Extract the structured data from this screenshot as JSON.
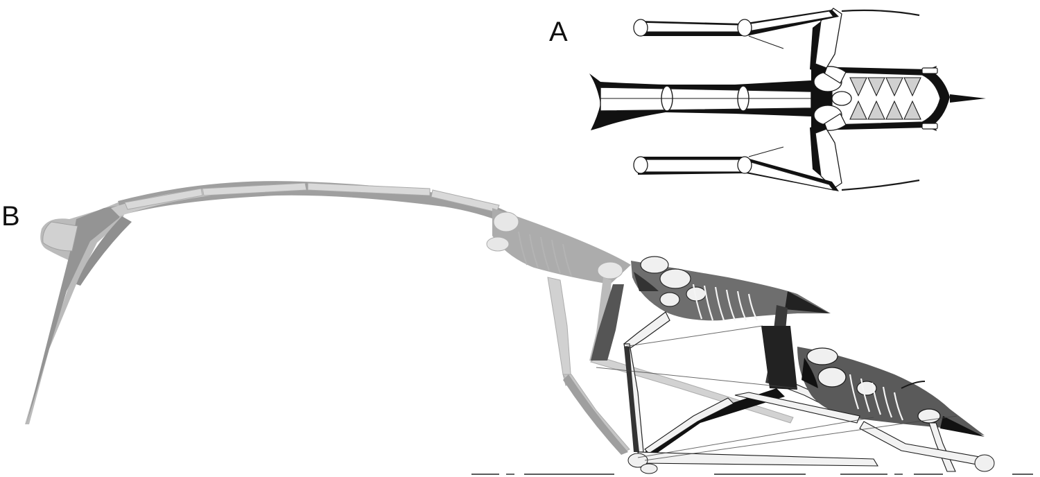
{
  "figure": {
    "panels": [
      {
        "id": "A",
        "label": "A",
        "view": "dorsal"
      },
      {
        "id": "B",
        "label": "B",
        "view": "lateral"
      }
    ],
    "colors": {
      "bone_fill": "#ffffff",
      "bone_outline": "#1a1a1a",
      "soft_tissue_dark": "#111111",
      "soft_tissue_mid": "#5a5a5a",
      "ghost_pose_gray": "#9a9a9a",
      "ghost_pose_light": "#c8c8c8",
      "ground_line": "#222222"
    }
  }
}
